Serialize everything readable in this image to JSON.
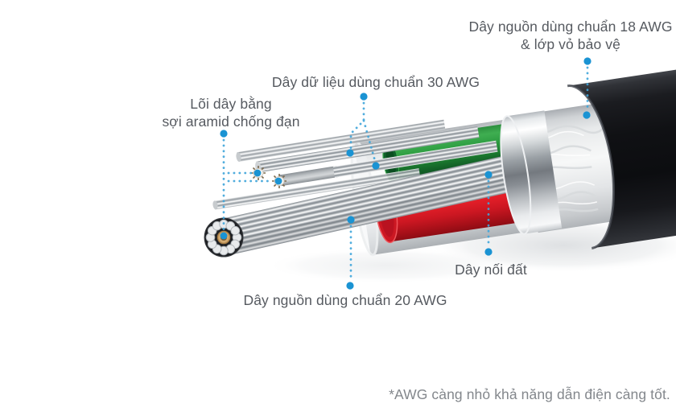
{
  "diagram": {
    "type": "cable-anatomy-infographic",
    "callouts": {
      "shield18": {
        "line1": "Dây nguồn dùng chuẩn 18 AWG",
        "line2": "& lớp vỏ bảo vệ"
      },
      "data30": {
        "label": "Dây dữ liệu dùng chuẩn 30 AWG"
      },
      "aramid": {
        "line1": "Lõi dây bằng",
        "line2": "sợi aramid chống đạn"
      },
      "power20": {
        "label": "Dây nguồn dùng chuẩn 20 AWG"
      },
      "ground": {
        "label": "Dây nối đất"
      }
    },
    "footnote": "*AWG càng nhỏ khả năng dẫn điện càng tốt.",
    "colors": {
      "accent_blue": "#1a93d3",
      "dotted_line_blue": "#3fa5da",
      "label_text": "#565a60",
      "footnote_text": "#83878c",
      "wire_green": "#2f9e43",
      "wire_red": "#e51f29",
      "jacket_black": "#101114",
      "braid_white": "#f2f3f4",
      "strand_silver": "#c6cacd",
      "aramid_core_gold": "#d2a96f",
      "background": "#ffffff"
    }
  }
}
